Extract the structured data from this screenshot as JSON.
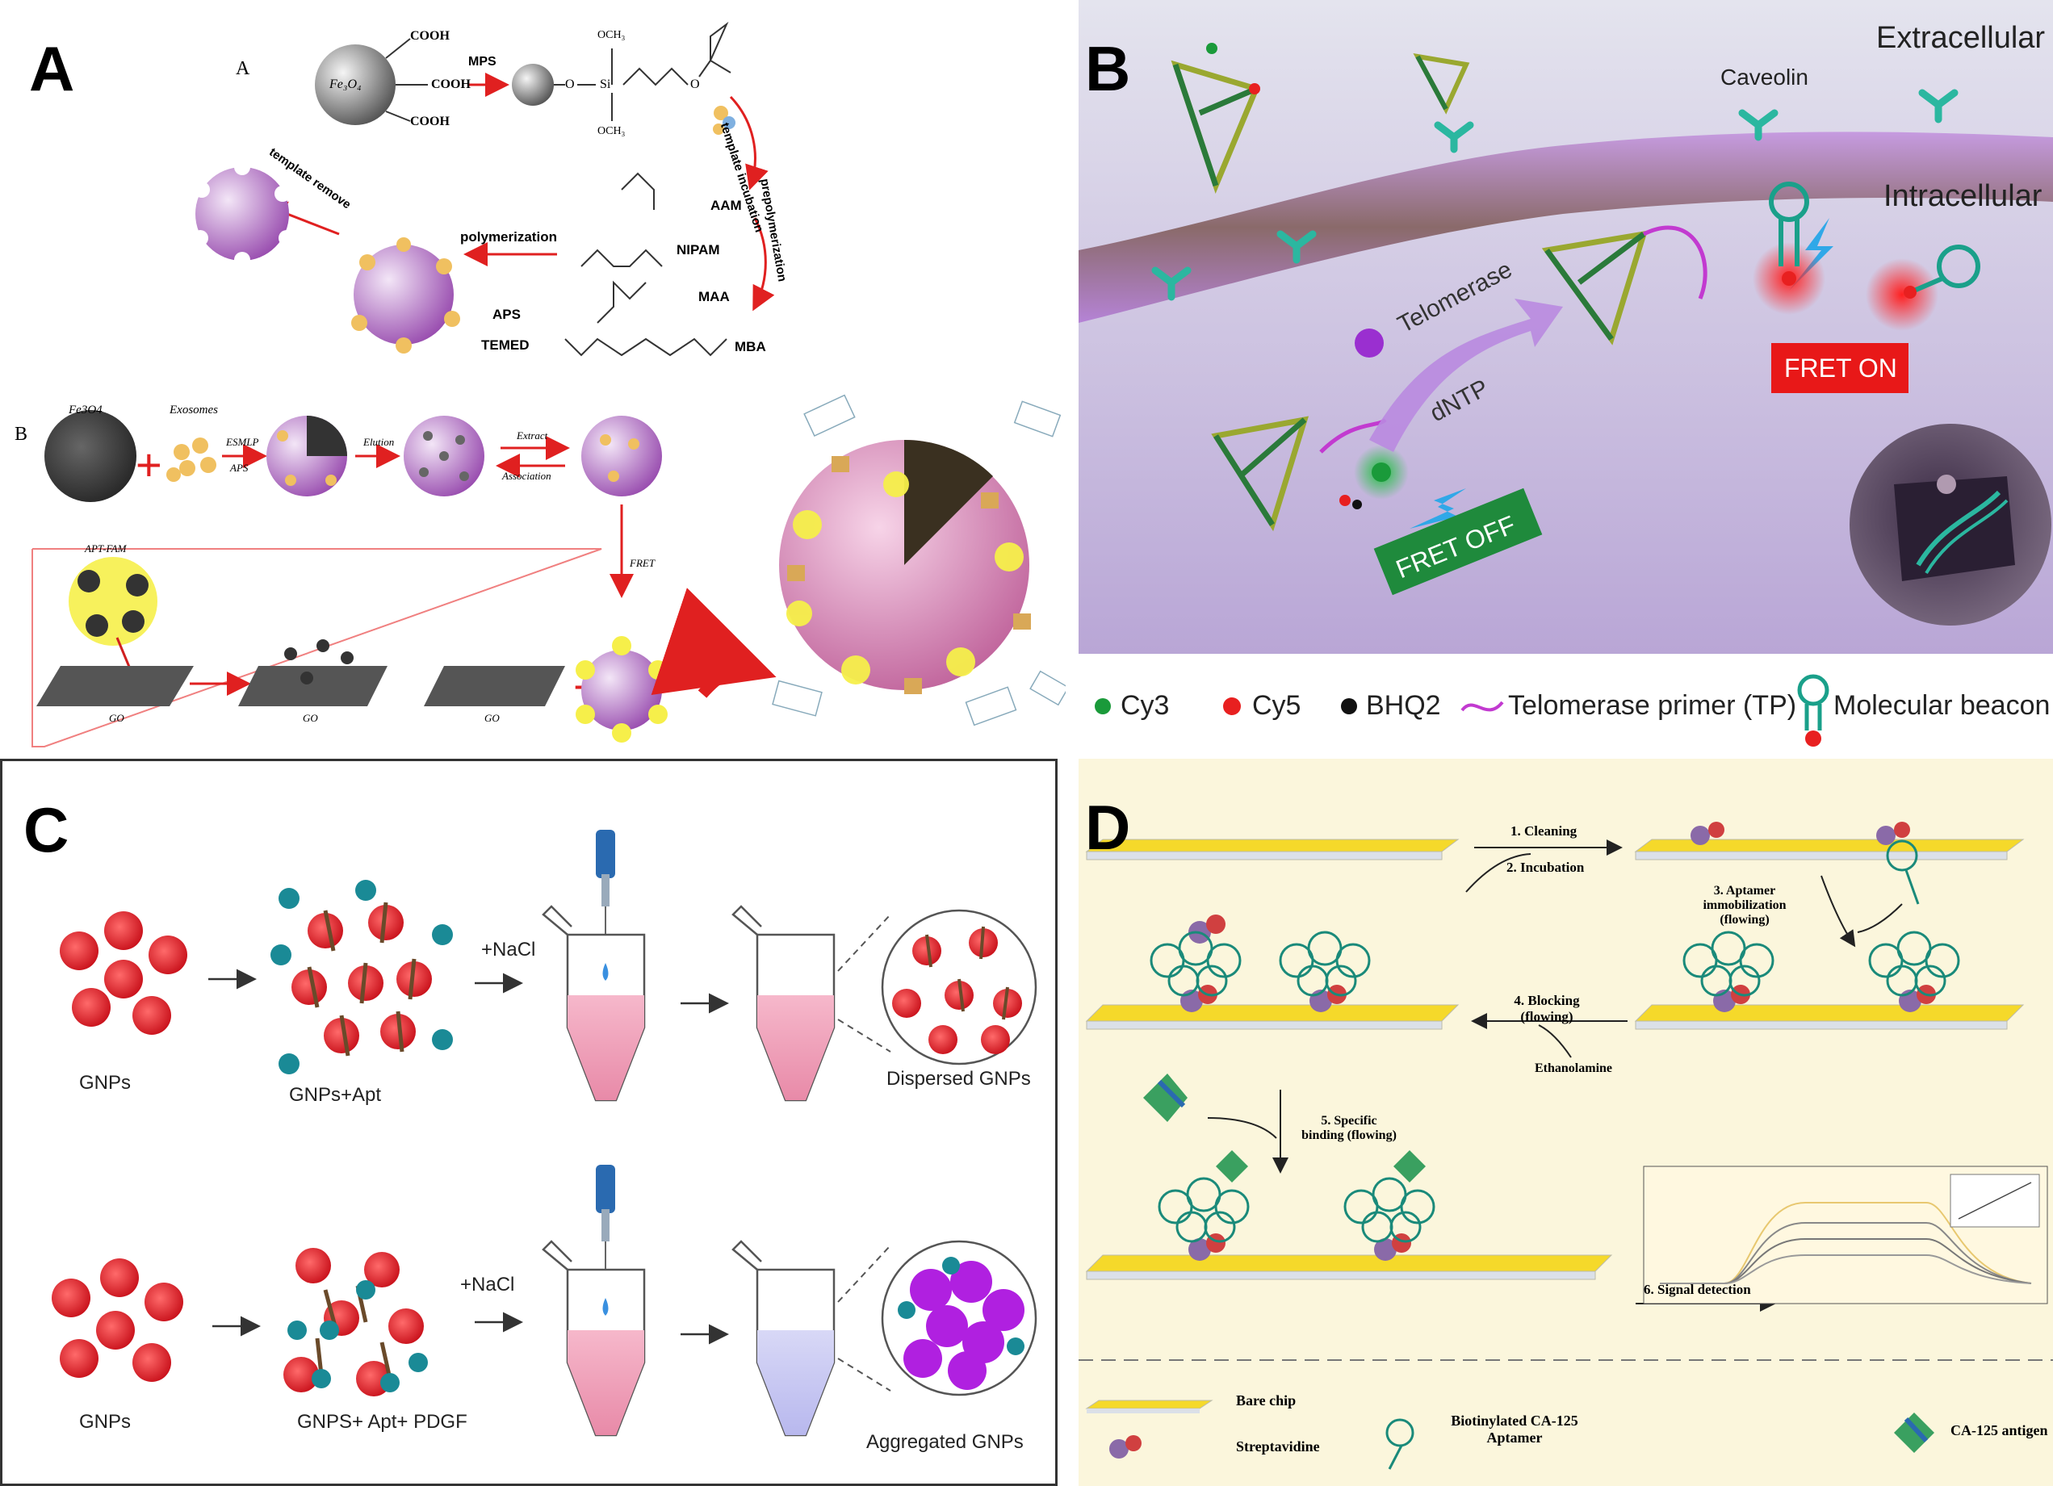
{
  "panelA": {
    "label": "A",
    "sub_a": "A",
    "sub_b": "B",
    "core": "Fe₃O₄",
    "cooh": "COOH",
    "mps": "MPS",
    "och3_top": "OCH₃",
    "och3_bottom": "OCH₃",
    "si": "Si",
    "o1": "O",
    "o2": "O",
    "template_incubation": "template incubation",
    "prepolymerization": "prepolymerization",
    "aam": "AAM",
    "nipam": "NIPAM",
    "maa": "MAA",
    "mba": "MBA",
    "polymerization": "polymerization",
    "aps": "APS",
    "temed": "TEMED",
    "template_remove": "template remove",
    "fe3o4_b": "Fe3O4",
    "exosomes": "Exosomes",
    "esmlp": "ESMLP",
    "aps_b": "APS",
    "elution": "Elution",
    "extract": "Extract",
    "association": "Association",
    "fret": "FRET",
    "apt_fam": "APT-FAM",
    "go1": "GO",
    "go2": "GO",
    "go3": "GO"
  },
  "panelB": {
    "label": "B",
    "extracellular": "Extracellular",
    "caveolin": "Caveolin",
    "intracellular": "Intracellular",
    "telomerase": "Telomerase",
    "dntp": "dNTP",
    "fret_off": "FRET OFF",
    "fret_on": "FRET ON",
    "legend": {
      "cy3": "Cy3",
      "cy5": "Cy5",
      "bhq2": "BHQ2",
      "tp": "Telomerase primer (TP)",
      "mb": "Molecular beacon"
    },
    "colors": {
      "membrane": "#b583d6",
      "fret_off": "#1f8a3c",
      "fret_on": "#e81818",
      "cy3": "#1a9a3a",
      "cy5": "#e82020",
      "bhq2": "#111111"
    }
  },
  "panelC": {
    "label": "C",
    "gnps_top": "GNPs",
    "gnps_apt": "GNPs+Apt",
    "nacl_top": "+NaCl",
    "dispersed": "Dispersed GNPs",
    "gnps_bottom": "GNPs",
    "gnps_apt_pdgf": "GNPS+ Apt+ PDGF",
    "nacl_bottom": "+NaCl",
    "aggregated": "Aggregated GNPs",
    "colors": {
      "gnp": "#e8202a",
      "apt_dot": "#1a8a96",
      "pink": "#f4a8bd",
      "purple": "#c8c8f0",
      "aggregate": "#b020e0"
    }
  },
  "panelD": {
    "label": "D",
    "step1": "1. Cleaning",
    "step2": "2. Incubation",
    "step3": "3. Aptamer immobilization (flowing)",
    "step4": "4. Blocking (flowing)",
    "ethanolamine": "Ethanolamine",
    "step5": "5. Specific binding (flowing)",
    "step6": "6. Signal detection",
    "legend": {
      "bare_chip": "Bare chip",
      "streptavidine": "Streptavidine",
      "biotinylated": "Biotinylated CA-125 Aptamer",
      "antigen": "CA-125 antigen"
    },
    "colors": {
      "chip": "#f5d92a",
      "background": "#fbf6dc"
    }
  }
}
